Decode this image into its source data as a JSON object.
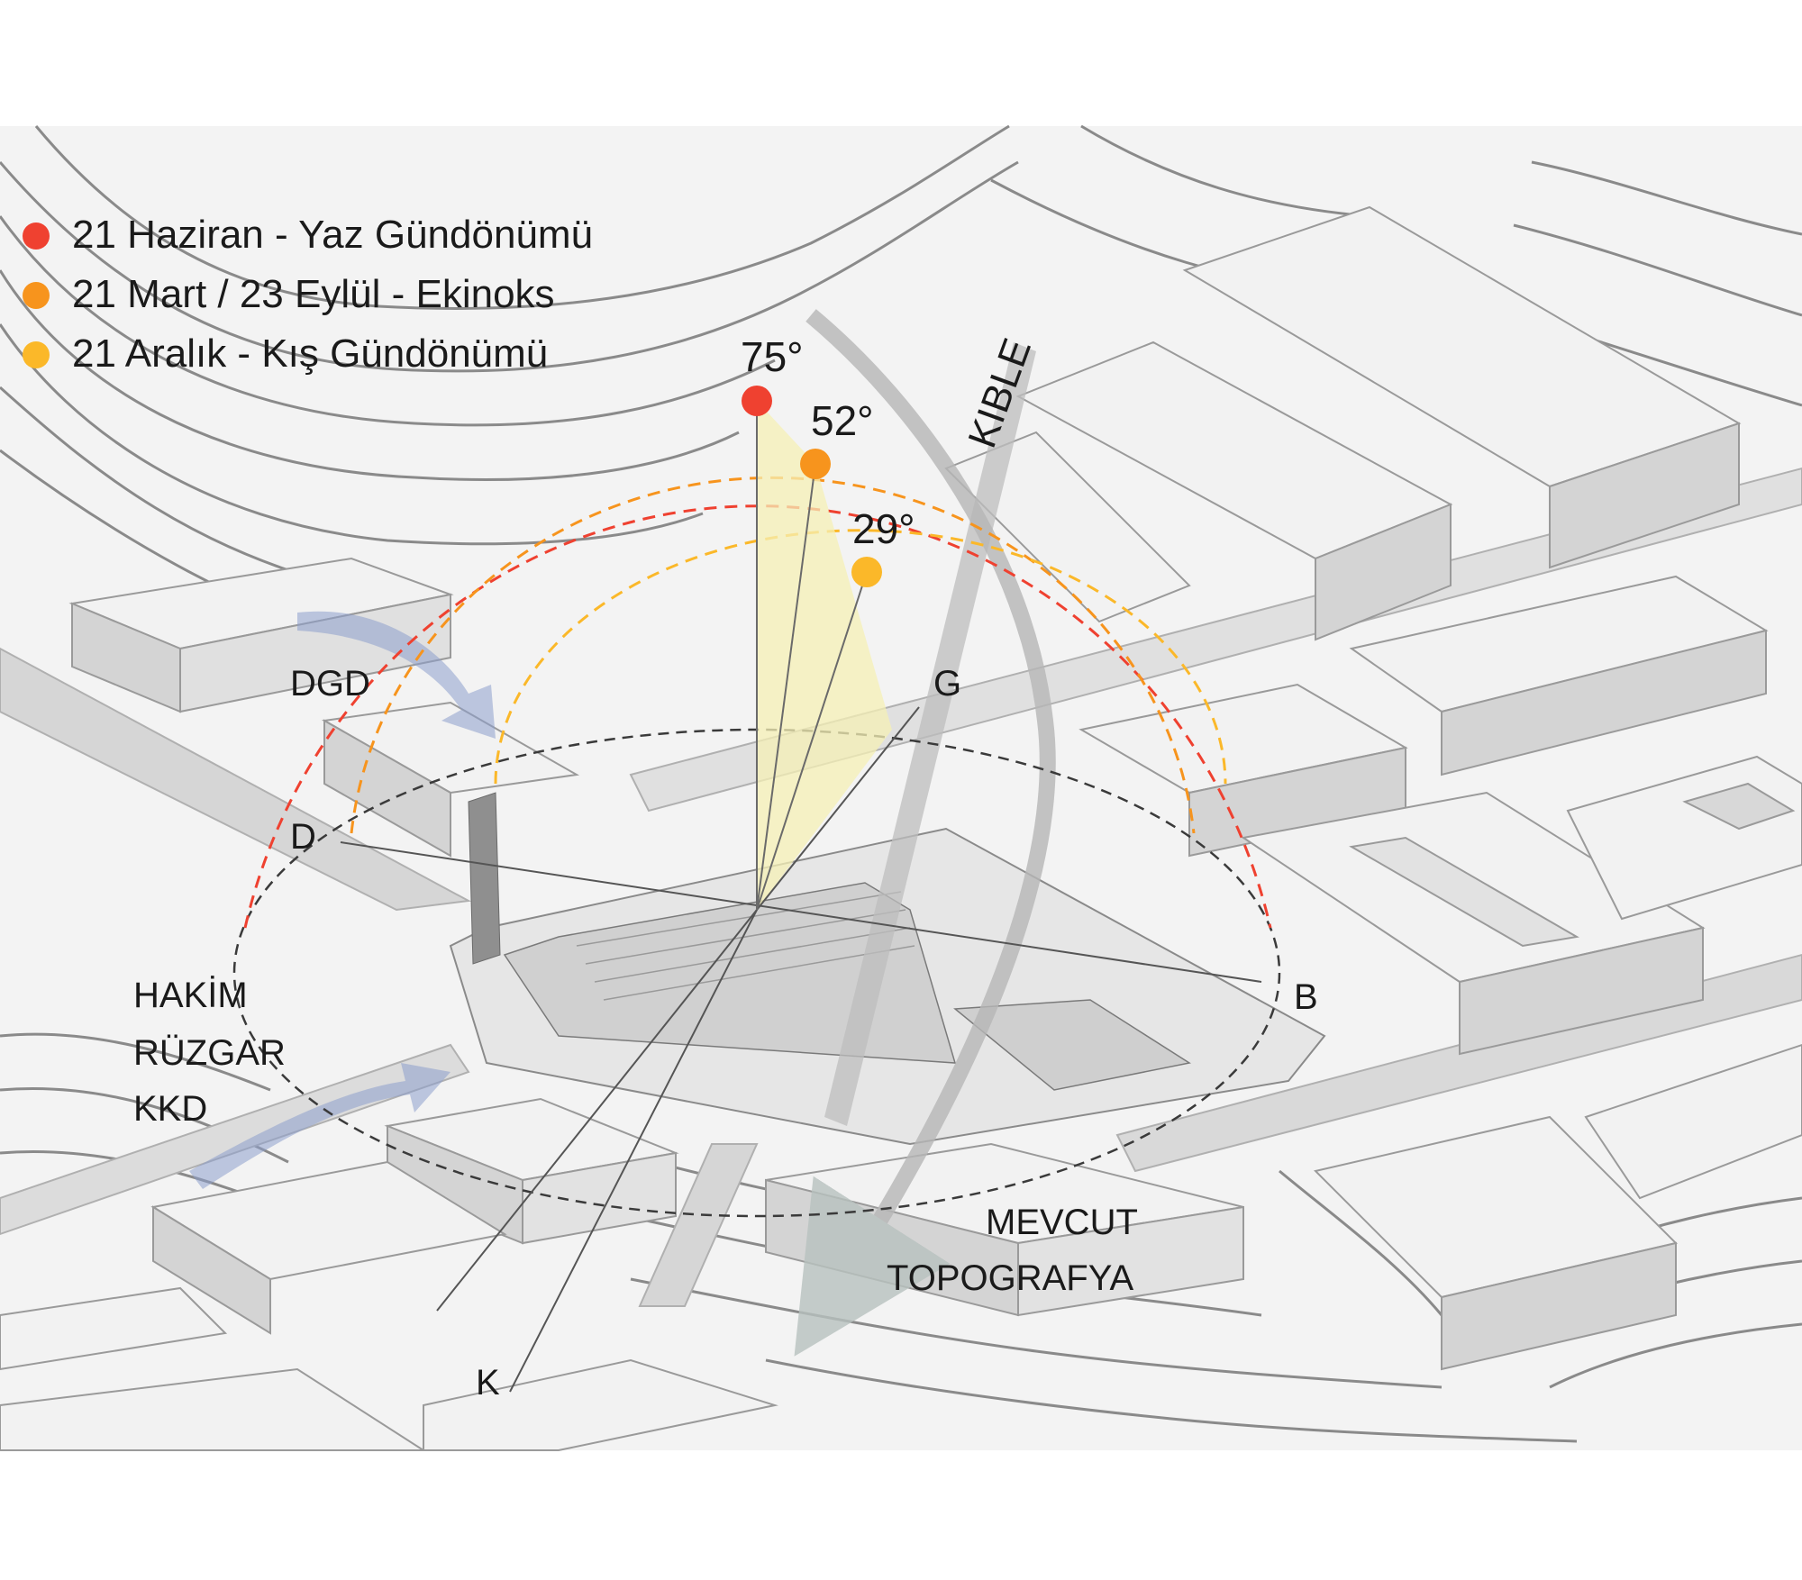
{
  "legend": [
    {
      "label": "21 Haziran - Yaz Gündönümü",
      "color": "#ef4130"
    },
    {
      "label": "21 Mart / 23 Eylül - Ekinoks",
      "color": "#f7941d"
    },
    {
      "label": "21 Aralık - Kış Gündönümü",
      "color": "#fbb829"
    }
  ],
  "sun_angles": {
    "summer": "75°",
    "equinox": "52°",
    "winter": "29°"
  },
  "directions": {
    "north": "K",
    "south": "G",
    "east": "D",
    "west": "B"
  },
  "labels": {
    "qibla": "KIBLE",
    "dgd": "DGD",
    "wind": [
      "HAKİM",
      "RÜZGAR",
      "KKD"
    ],
    "topography": [
      "MEVCUT",
      "TOPOGRAFYA"
    ]
  },
  "colors": {
    "summer": "#ef4130",
    "equinox": "#f7941d",
    "winter": "#fbb829",
    "wind_arrow": "#8c9fcc",
    "building": "#e8e8e8",
    "contour": "#8a8a8a"
  }
}
